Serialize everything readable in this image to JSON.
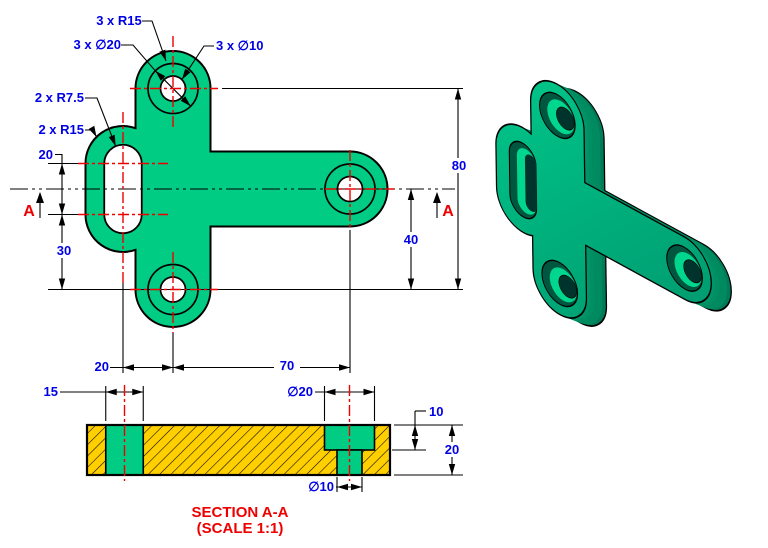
{
  "drawing": {
    "type": "engineering-drawing",
    "part_annotations": {
      "lobe_radius": "3 x R15",
      "counterbore_diameter": "3 x ∅20",
      "hole_diameter": "3 x ∅10",
      "slot_inner_radius": "2 x R7.5",
      "slot_outer_radius": "2 x R15"
    },
    "plan_dimensions": {
      "slot_centers_span": "20",
      "slot_to_bottom_hole": "30",
      "overall_hole_span_vertical": "80",
      "centerline_to_bottom_hole": "40",
      "slot_to_hole_horizontal": "20",
      "hole_span_horizontal": "70"
    },
    "section_marker": "A",
    "section_view": {
      "title": "SECTION A-A",
      "scale_note": "(SCALE 1:1)",
      "slot_width": "15",
      "counterbore_diameter": "∅20",
      "hole_diameter": "∅10",
      "counterbore_depth": "10",
      "plate_thickness": "20"
    },
    "colors": {
      "part_green": "#00CC84",
      "section_yellow": "#FFCF00",
      "dimension_blue": "#0000E6",
      "centerline_red": "#EE0000",
      "line_black": "#000000"
    }
  }
}
